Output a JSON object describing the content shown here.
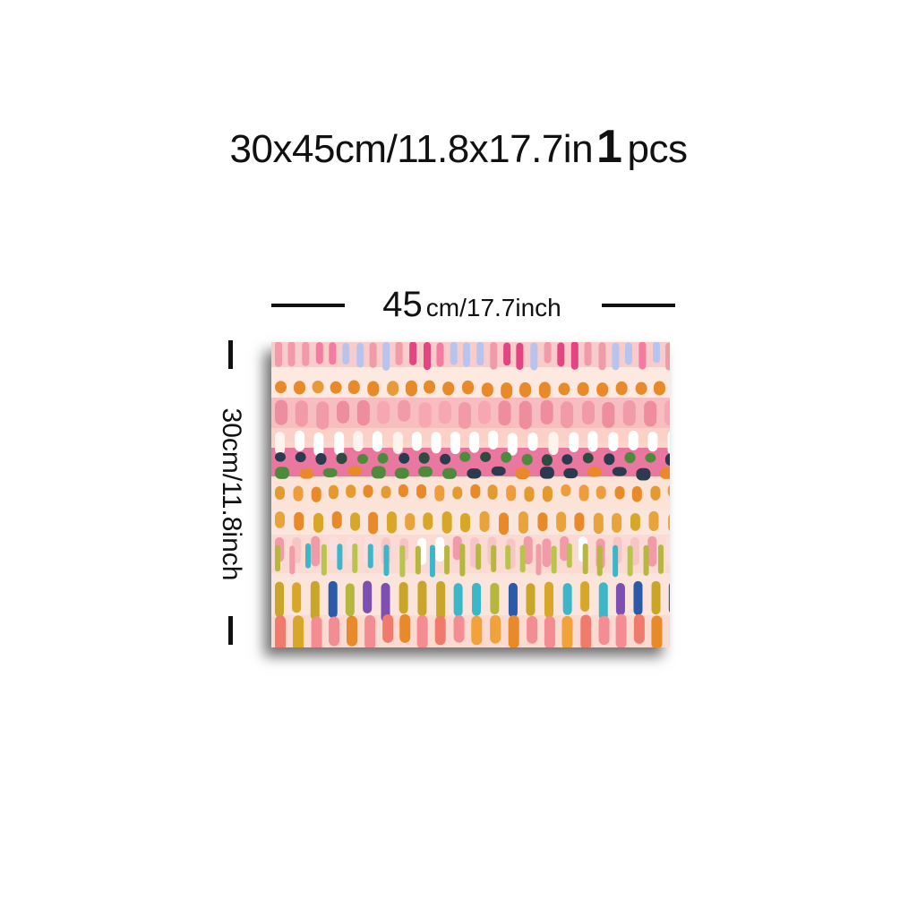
{
  "product": {
    "size_title": "30x45cm/11.8x17.7in",
    "quantity_number": "1",
    "quantity_unit": "pcs"
  },
  "dimensions": {
    "width_value": "45",
    "width_unit": "cm/17.7inch",
    "height_label": "30cm/11.8inch"
  },
  "artwork": {
    "description_colors": {
      "background": "#fbe4dc",
      "orange": "#e8892a",
      "pink": "#f19aa8",
      "magenta": "#e2457f",
      "white": "#ffffff",
      "navy": "#2b3a4e",
      "green": "#4e8a3c",
      "olive": "#b7b63e",
      "teal": "#3cb7c9",
      "blue": "#2a5aa8",
      "purple": "#7d4fb0",
      "mustard": "#d8a628",
      "coral": "#f07a6b",
      "lavender": "#b8c4ee"
    }
  }
}
